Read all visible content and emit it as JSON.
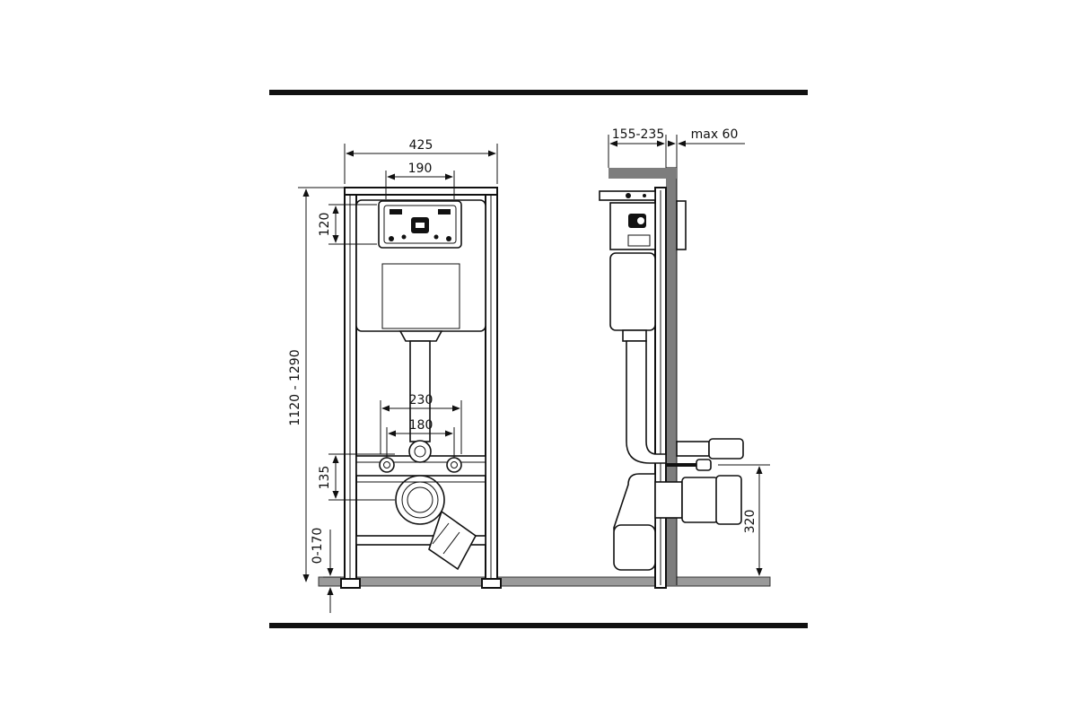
{
  "dimensions": {
    "front_width": "425",
    "flush_plate_width": "190",
    "plate_height": "120",
    "total_height": "1120 - 1290",
    "outer_mount_spacing": "230",
    "inner_mount_spacing": "180",
    "outlet_height": "135",
    "foot_adjust": "0-170",
    "wall_depth": "155-235",
    "max_offset": "max 60",
    "drain_height": "320"
  }
}
